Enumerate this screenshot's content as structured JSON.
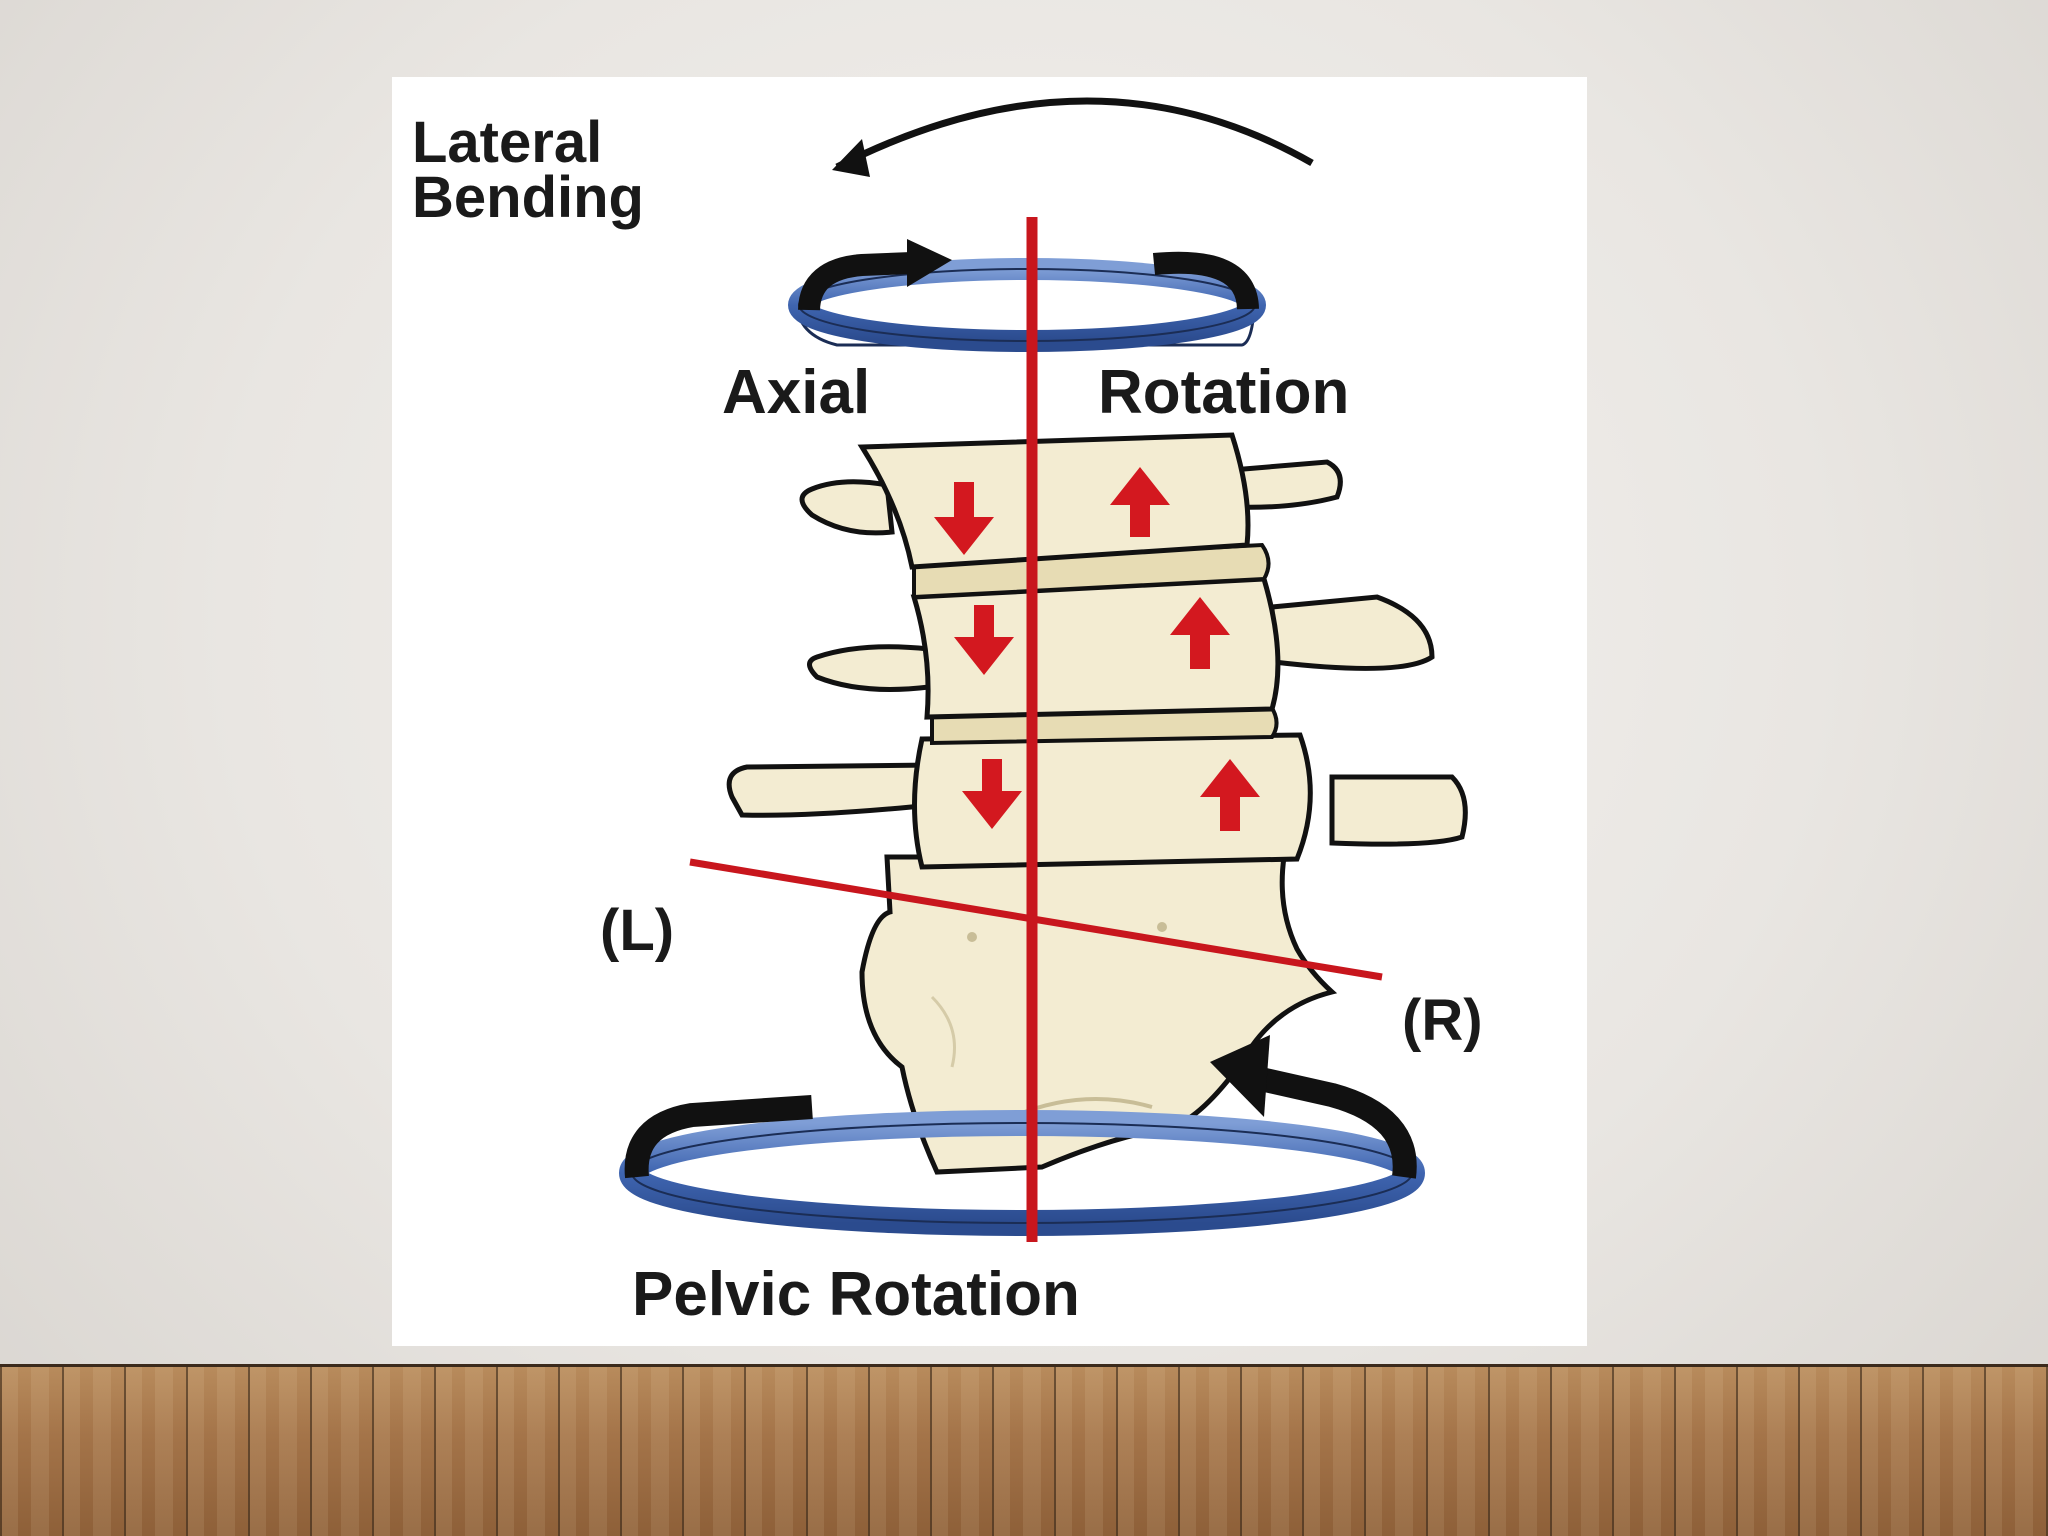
{
  "labels": {
    "lateral_bending": "Lateral\nBending",
    "axial": "Axial",
    "rotation": "Rotation",
    "left_marker": "(L)",
    "right_marker": "(R)",
    "pelvic_rotation": "Pelvic Rotation"
  },
  "colors": {
    "axis_line": "#c8161d",
    "arrows_red": "#d3181f",
    "ring_blue": "#4a6fb5",
    "bone_fill": "#f3ecd2",
    "bone_outline": "#111111",
    "curved_arrows": "#111111"
  },
  "icons": {
    "top_ring": "axial-rotation-ring-icon",
    "bottom_ring": "pelvic-rotation-ring-icon",
    "lateral_arrow": "lateral-bending-arrow-icon",
    "vertebra_arrows": "vertebra-direction-arrow-icon"
  }
}
